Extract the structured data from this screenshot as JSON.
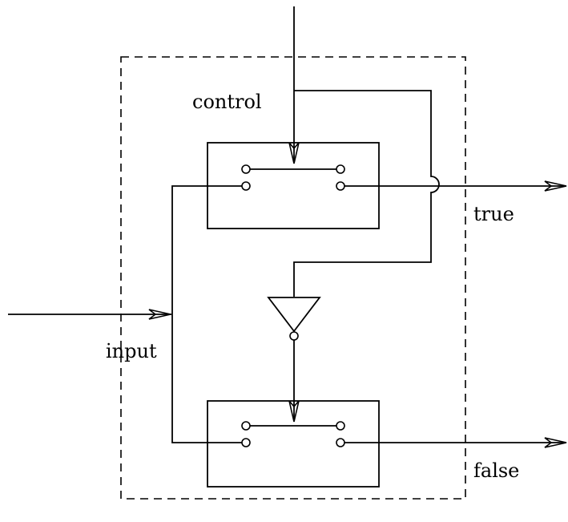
{
  "labels": {
    "control": "control",
    "input": "input",
    "true": "true",
    "false": "false"
  },
  "colors": {
    "stroke": "#000000",
    "background": "#ffffff"
  }
}
